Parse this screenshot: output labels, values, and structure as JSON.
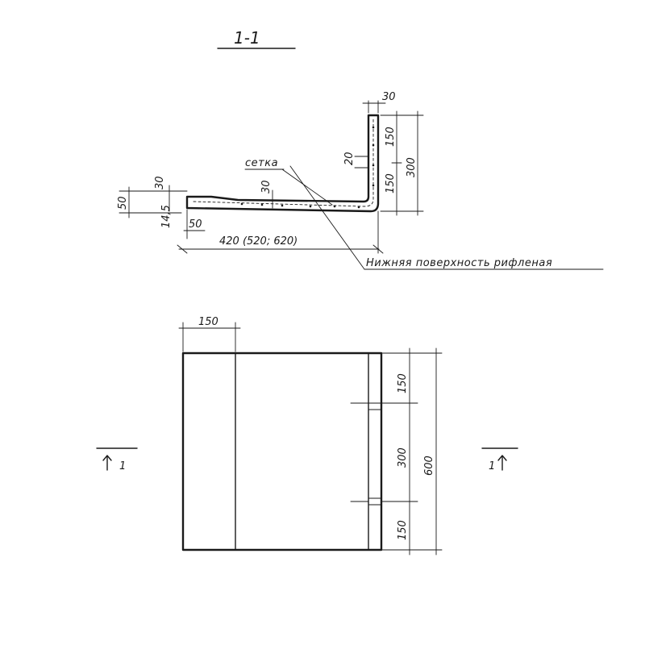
{
  "section": {
    "title": "1-1",
    "label_mesh": "сетка",
    "label_surface": "Нижняя поверхность рифленая",
    "dim_top": "30",
    "dim_150_upper": "150",
    "dim_150_lower": "150",
    "dim_300": "300",
    "dim_20": "20",
    "dim_slab_30": "30",
    "dim_left_30": "30",
    "dim_left_50": "50",
    "dim_14_5": "14,5",
    "dim_step_50": "50",
    "dim_length": "420 (520; 620)"
  },
  "plan": {
    "dim_150_top": "150",
    "dim_150_a": "150",
    "dim_300": "300",
    "dim_150_b": "150",
    "dim_600": "600",
    "cut_left": "1",
    "cut_right": "1"
  }
}
